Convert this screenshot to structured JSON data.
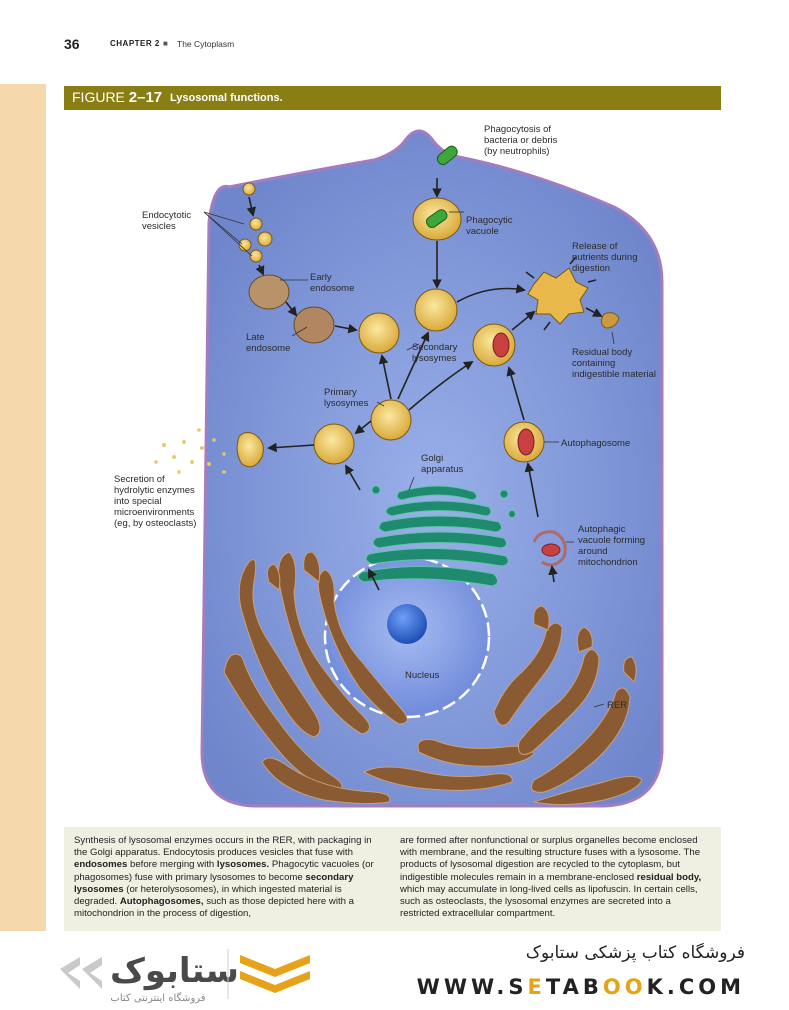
{
  "header": {
    "page_number": "36",
    "chapter": "CHAPTER 2",
    "separator": "■",
    "chapter_title": "The Cytoplasm"
  },
  "figure": {
    "label_prefix": "FIGURE ",
    "label_number": "2–17",
    "title": "Lysosomal functions."
  },
  "diagram_labels": {
    "phagocytosis": [
      "Phagocytosis of",
      "bacteria or debris",
      "(by neutrophils)"
    ],
    "phagocytic_vacuole": [
      "Phagocytic",
      "vacuole"
    ],
    "endocytotic_vesicles": [
      "Endocytotic",
      "vesicles"
    ],
    "early_endosome": [
      "Early",
      "endosome"
    ],
    "late_endosome": [
      "Late",
      "endosome"
    ],
    "release": [
      "Release of",
      "nutrients during",
      "digestion"
    ],
    "residual_body": [
      "Residual body",
      "containing",
      "indigestible material"
    ],
    "secondary_lysosymes": [
      "Secondary",
      "lysosymes"
    ],
    "primary_lysosymes": [
      "Primary",
      "lysosymes"
    ],
    "autophagosome": "Autophagosome",
    "golgi": [
      "Golgi",
      "apparatus"
    ],
    "secretion": [
      "Secretion of",
      "hydrolytic enzymes",
      "into special",
      "microenvironments",
      "(eg, by osteoclasts)"
    ],
    "autophagic_vacuole": [
      "Autophagic",
      "vacuole forming",
      "around",
      "mitochondrion"
    ],
    "nucleus": "Nucleus",
    "rer": "RER"
  },
  "caption": {
    "col1_parts": [
      {
        "t": "Synthesis of lysosomal enzymes occurs in the RER, with packag­ing in the Golgi apparatus. Endocytosis produces vesicles that fuse with ",
        "b": false
      },
      {
        "t": "endosomes",
        "b": true
      },
      {
        "t": " before merging with ",
        "b": false
      },
      {
        "t": "lysosomes.",
        "b": true
      },
      {
        "t": " Phago­cytic vacuoles (or phagosomes) fuse with primary lysosomes to become ",
        "b": false
      },
      {
        "t": "secondary lysosomes",
        "b": true
      },
      {
        "t": " (or heterolysosomes), in which ingested material is degraded. ",
        "b": false
      },
      {
        "t": "Autophagosomes,",
        "b": true
      },
      {
        "t": " such as those depicted here with a mitochondrion in the process of digestion,",
        "b": false
      }
    ],
    "col2_parts": [
      {
        "t": "are formed after nonfunctional or surplus organelles become enclosed with membrane, and the resulting structure fuses with a lysosome. The products of lysosomal digestion are recycled to the cytoplasm, but indigestible molecules remain in a membrane-enclosed ",
        "b": false
      },
      {
        "t": "residual body,",
        "b": true
      },
      {
        "t": " which may accumulate in long-lived cells as lipofuscin. In certain cells, such as osteoclasts, the lysosomal enzymes are secreted into a restricted extracellular compartment.",
        "b": false
      }
    ]
  },
  "footer": {
    "store_persian": "فروشگاه کتاب پزشکی ستابوک",
    "url_parts": [
      "WWW.S",
      "E",
      "TAB",
      "O",
      "O",
      "K.COM"
    ],
    "logo_subtitle": "فروشگاه اینترنتی کتاب"
  },
  "colors": {
    "cell": "#7f96d8",
    "cell_border": "#9a6fb8",
    "lysosome": "#e9c45a",
    "golgi": "#1f8a70",
    "rer": "#8a5a33",
    "nucleus": "#6f8ee0",
    "figure_bar": "#8a7d13",
    "side_band": "#f5d9ac",
    "caption_bg": "#efefe2"
  }
}
